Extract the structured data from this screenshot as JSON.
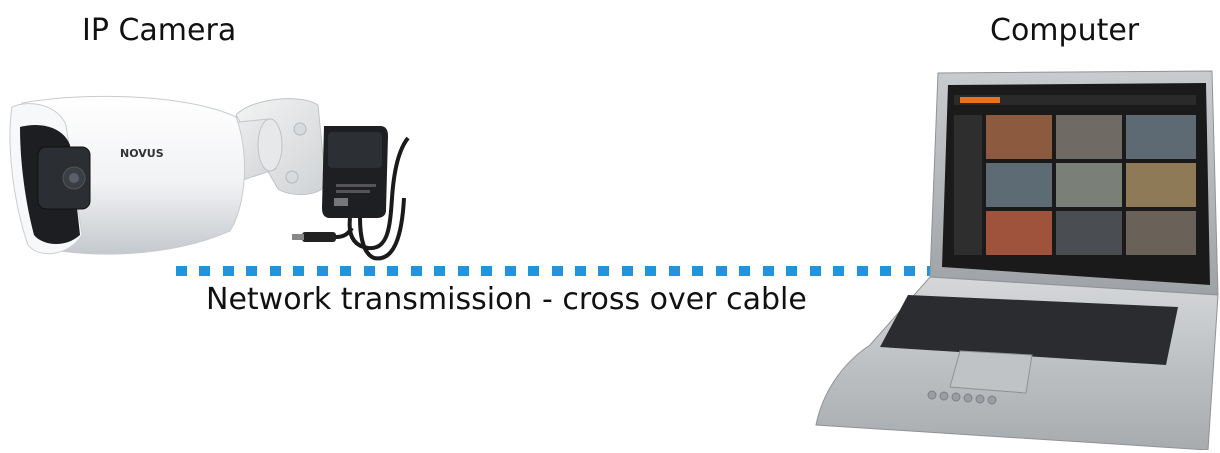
{
  "camera": {
    "title": "IP Camera",
    "brand": "NOVUS"
  },
  "computer": {
    "title": "Computer"
  },
  "link": {
    "caption": "Network transmission - cross over cable"
  },
  "colors": {
    "cable_dots": "#1f95e0",
    "screen_accent": "#e8731f"
  }
}
